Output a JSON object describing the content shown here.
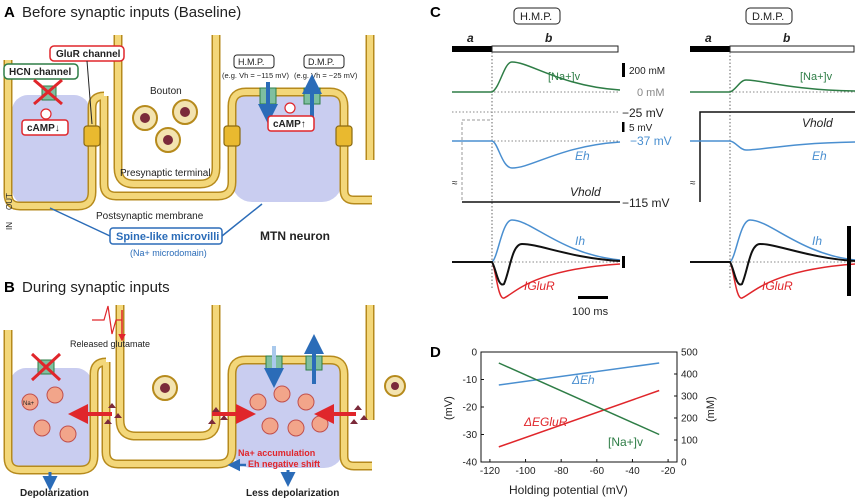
{
  "panelA": {
    "letter": "A",
    "title": "Before synaptic inputs (Baseline)",
    "glur_channel": "GluR channel",
    "hcn_channel": "HCN channel",
    "bouton": "Bouton",
    "camp_down": "cAMP↓",
    "camp_up": "cAMP↑",
    "hmp_box": "H.M.P.",
    "hmp_eg": "(e.g. Vh = −115 mV)",
    "dmp_box": "D.M.P.",
    "dmp_eg": "(e.g. Vh = −25 mV)",
    "presynaptic": "Presynaptic terminal",
    "postsynaptic": "Postsynaptic membrane",
    "in_label": "IN",
    "out_label": "OUT",
    "microvilli": "Spine-like microvilli",
    "microdomain": "(Na+ microdomain)",
    "neuron": "MTN neuron"
  },
  "panelB": {
    "letter": "B",
    "title": "During synaptic inputs",
    "glutamate": "Released glutamate",
    "na_ion": "Na+",
    "accumulation": "Na+ accumulation",
    "shift": "Eh negative shift",
    "depol": "Depolarization",
    "less_depol": "Less depolarization"
  },
  "panelC": {
    "letter": "C",
    "hmp": "H.M.P.",
    "dmp": "D.M.P.",
    "seg_a": "a",
    "seg_b": "b",
    "na_label": "[Na+]v",
    "scale_na": "200 mM",
    "zero_mm": "0 mM",
    "v_m25": "−25 mV",
    "scale_5mv": "5 mV",
    "v_m37": "−37 mV",
    "v_m115": "−115 mV",
    "eh": "Eh",
    "vhold": "Vhold",
    "ih": "Ih",
    "iglur": "IGluR",
    "time_scale": "100 ms"
  },
  "panelD": {
    "letter": "D",
    "xlabel": "Holding potential (mV)",
    "ylabel_left": "(mV)",
    "ylabel_right": "(mM)",
    "series_eh": "ΔEh",
    "series_eglur": "ΔEGluR",
    "series_na": "[Na+]v"
  },
  "colors": {
    "membrane": "#f3d77a",
    "membrane_edge": "#b68a1c",
    "lavender": "#c9cdf0",
    "blue": "#2b6cb8",
    "green": "#2e7d46",
    "red": "#e0262b",
    "black": "#111111"
  },
  "chart_data": {
    "type": "line",
    "x": [
      -115,
      -25
    ],
    "xlabel": "Holding potential (mV)",
    "xticks": [
      -120,
      -100,
      -80,
      -60,
      -40,
      -20
    ],
    "xlim": [
      -125,
      -15
    ],
    "ylim_left": [
      -40,
      0
    ],
    "yticks_left": [
      0,
      -10,
      -20,
      -30,
      -40
    ],
    "ylim_right": [
      0,
      500
    ],
    "yticks_right": [
      0,
      100,
      200,
      300,
      400,
      500
    ],
    "series": [
      {
        "name": "ΔEh",
        "axis": "left",
        "color": "#4a8fd0",
        "values": [
          -12,
          -4
        ]
      },
      {
        "name": "ΔEGluR",
        "axis": "left",
        "color": "#e0262b",
        "values": [
          -34.5,
          -14
        ]
      },
      {
        "name": "[Na+]v",
        "axis": "right",
        "color": "#2e7d46",
        "values": [
          450,
          125
        ]
      }
    ]
  }
}
